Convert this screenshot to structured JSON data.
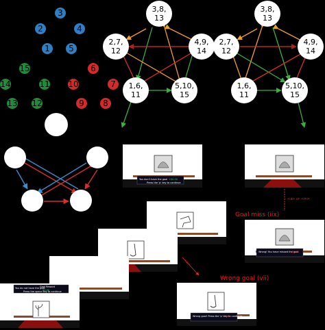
{
  "colors": {
    "blue": "#2f7fc2",
    "green": "#1e8c3a",
    "red": "#d42a2a",
    "orange": "#f0a030",
    "bright_green": "#3cb040",
    "arrow_red": "#d63030",
    "arrow_blue": "#3a8fd0"
  },
  "clusters": {
    "blue": [
      "3",
      "2",
      "4",
      "1",
      "5"
    ],
    "green": [
      "15",
      "14",
      "11",
      "13",
      "12"
    ],
    "red": [
      "6",
      "10",
      "7",
      "9",
      "8"
    ]
  },
  "graph_left": {
    "top": [
      "3,8,",
      "13"
    ],
    "left": [
      "2,7,",
      "12"
    ],
    "right": [
      "4,9,",
      "14"
    ],
    "bottom_left": [
      "1,6,",
      "11"
    ],
    "bottom_right": [
      "5,10,",
      "15"
    ]
  },
  "graph_right": {
    "top": [
      "3,8,",
      "13"
    ],
    "left": [
      "2,7,",
      "12"
    ],
    "right": [
      "4,9,",
      "14"
    ],
    "bottom_left": [
      "1,6,",
      "11"
    ],
    "bottom_right": [
      "5,10,",
      "15"
    ]
  },
  "screens": {
    "front_instr": "You do not have the goal",
    "front_reward1": "Goal Reward",
    "front_reward2": "$0.00",
    "front_space": "Press the space key to continue",
    "top1_text": "You don't have the goal",
    "top1_reward": "+$0.00",
    "top1_space": "Press the 'p' key to continue",
    "miss_text": "Wrong! You have missed the goal",
    "miss_reward": "-$0.00",
    "wrong_text": "Wrong goal! Press the 'p' key to continue",
    "wrong_reward": "-$0.00"
  },
  "labels": {
    "keys": "<a> or <m>",
    "goal_miss": "Goal miss (iix)",
    "wrong_goal": "Wrong goal (vii)",
    "arrow_text": "<a>"
  }
}
